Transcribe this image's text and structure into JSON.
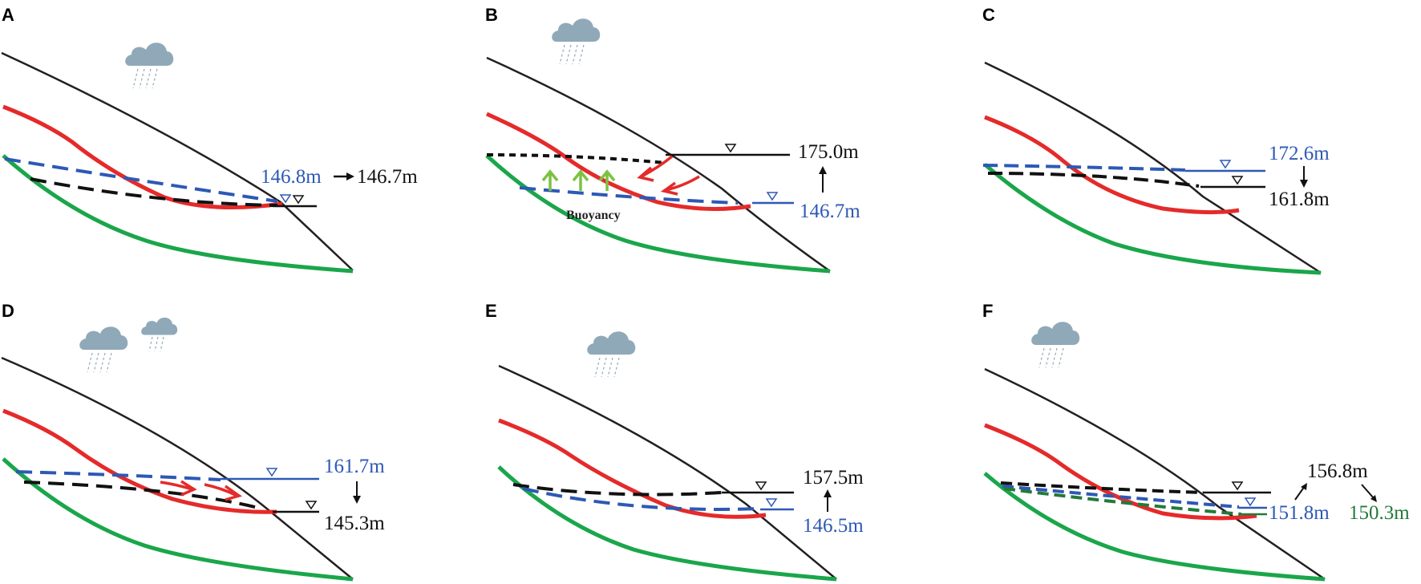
{
  "colors": {
    "slope": "#231f20",
    "slip_surface": "#e52a2a",
    "bedrock": "#1aa64a",
    "reservoir_blue": "#2d59b5",
    "groundwater_black": "#111111",
    "groundwater_green": "#237a3a",
    "arrow_red": "#e52a2a",
    "arrow_green": "#7cc242",
    "cloud": "#8fa9b8"
  },
  "icons": {
    "rain": "rain-cloud-icon",
    "water_table": "water-level-triangle-icon"
  },
  "panels": {
    "A": {
      "label": "A",
      "levels": [
        "146.8m",
        "146.7m"
      ]
    },
    "B": {
      "label": "B",
      "levels": [
        "175.0m",
        "146.7m"
      ],
      "annotation": "Buoyancy"
    },
    "C": {
      "label": "C",
      "levels": [
        "172.6m",
        "161.8m"
      ]
    },
    "D": {
      "label": "D",
      "levels": [
        "161.7m",
        "145.3m"
      ]
    },
    "E": {
      "label": "E",
      "levels": [
        "157.5m",
        "146.5m"
      ]
    },
    "F": {
      "label": "F",
      "levels": [
        "156.8m",
        "151.8m",
        "150.3m"
      ]
    }
  }
}
